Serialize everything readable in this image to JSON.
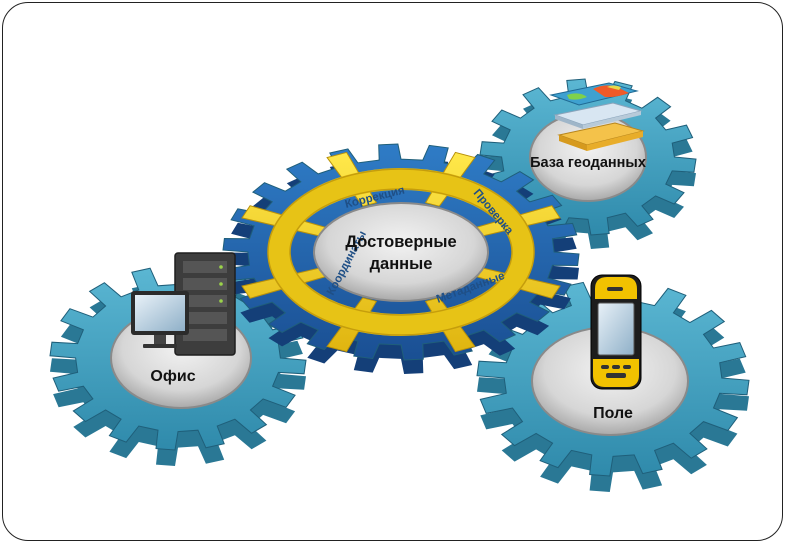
{
  "colors": {
    "gear_teal": "#3f9fbe",
    "gear_teal_dark": "#2a7895",
    "gear_blue": "#2366b0",
    "gear_yellow": "#f1d21f",
    "disc": "#d9d9d9",
    "ring_text": "#1f4f86"
  },
  "center": {
    "title_line1": "Достоверные",
    "title_line2": "данные",
    "ring_labels": {
      "top": "Коррекция",
      "right": "Проверка",
      "left": "Координаты",
      "bottom": "Метаданные"
    }
  },
  "geodatabase": {
    "label": "База геоданных",
    "icon": "layers-icon"
  },
  "office": {
    "label": "Офис",
    "icons": [
      "monitor-icon",
      "server-icon"
    ]
  },
  "field": {
    "label": "Поле",
    "icon": "handheld-gps-icon"
  }
}
